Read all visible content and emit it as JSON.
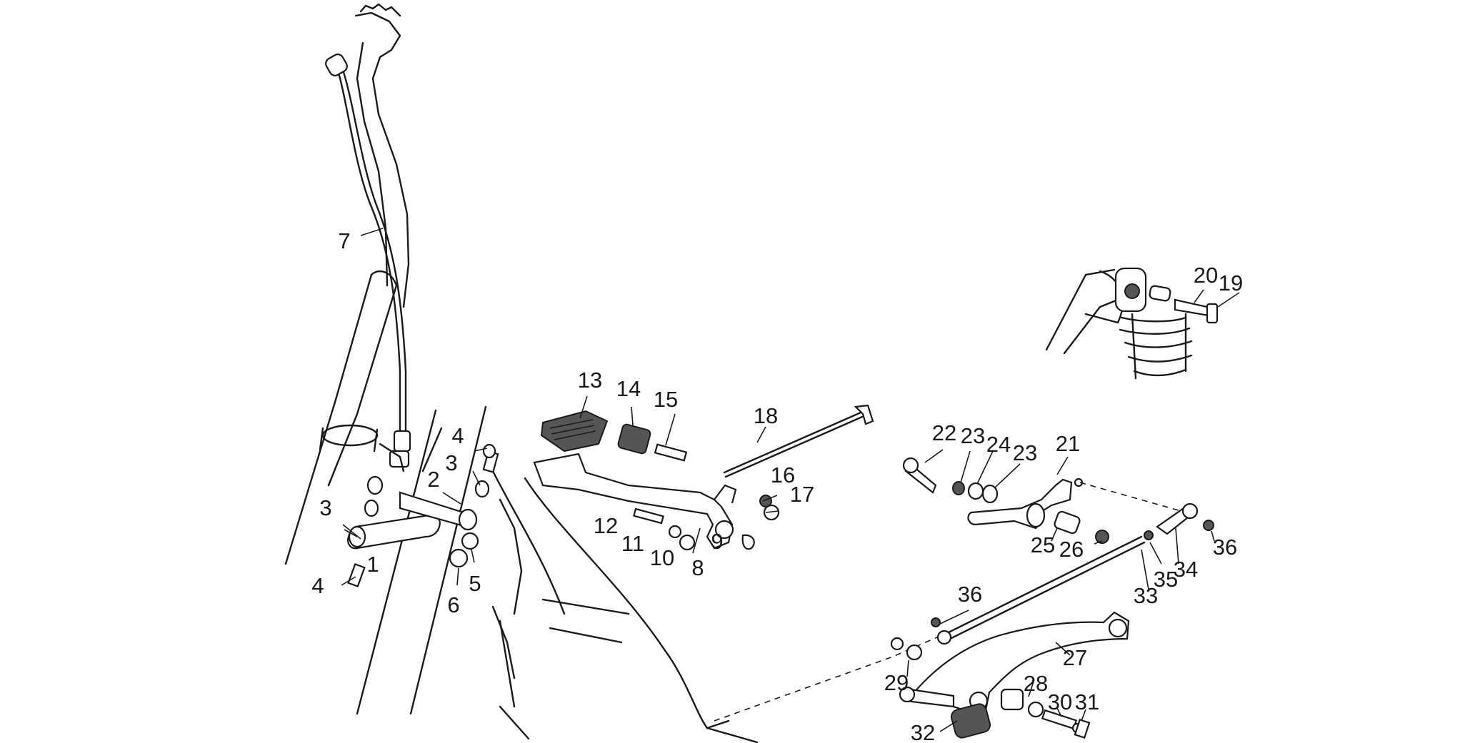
{
  "diagram": {
    "callouts": [
      {
        "id": "c1",
        "text": "1"
      },
      {
        "id": "c2",
        "text": "2"
      },
      {
        "id": "c3a",
        "text": "3"
      },
      {
        "id": "c3b",
        "text": "3"
      },
      {
        "id": "c4a",
        "text": "4"
      },
      {
        "id": "c4b",
        "text": "4"
      },
      {
        "id": "c5",
        "text": "5"
      },
      {
        "id": "c6",
        "text": "6"
      },
      {
        "id": "c7",
        "text": "7"
      },
      {
        "id": "c8",
        "text": "8"
      },
      {
        "id": "c9",
        "text": "9"
      },
      {
        "id": "c10",
        "text": "10"
      },
      {
        "id": "c11",
        "text": "11"
      },
      {
        "id": "c12",
        "text": "12"
      },
      {
        "id": "c13",
        "text": "13"
      },
      {
        "id": "c14",
        "text": "14"
      },
      {
        "id": "c15",
        "text": "15"
      },
      {
        "id": "c16",
        "text": "16"
      },
      {
        "id": "c17",
        "text": "17"
      },
      {
        "id": "c18",
        "text": "18"
      },
      {
        "id": "c19",
        "text": "19"
      },
      {
        "id": "c20",
        "text": "20"
      },
      {
        "id": "c21",
        "text": "21"
      },
      {
        "id": "c22",
        "text": "22"
      },
      {
        "id": "c23a",
        "text": "23"
      },
      {
        "id": "c23b",
        "text": "23"
      },
      {
        "id": "c24",
        "text": "24"
      },
      {
        "id": "c25",
        "text": "25"
      },
      {
        "id": "c26",
        "text": "26"
      },
      {
        "id": "c27",
        "text": "27"
      },
      {
        "id": "c28",
        "text": "28"
      },
      {
        "id": "c29",
        "text": "29"
      },
      {
        "id": "c30",
        "text": "30"
      },
      {
        "id": "c31",
        "text": "31"
      },
      {
        "id": "c32",
        "text": "32"
      },
      {
        "id": "c33",
        "text": "33"
      },
      {
        "id": "c34",
        "text": "34"
      },
      {
        "id": "c35",
        "text": "35"
      },
      {
        "id": "c36a",
        "text": "36"
      },
      {
        "id": "c36b",
        "text": "36"
      }
    ]
  }
}
